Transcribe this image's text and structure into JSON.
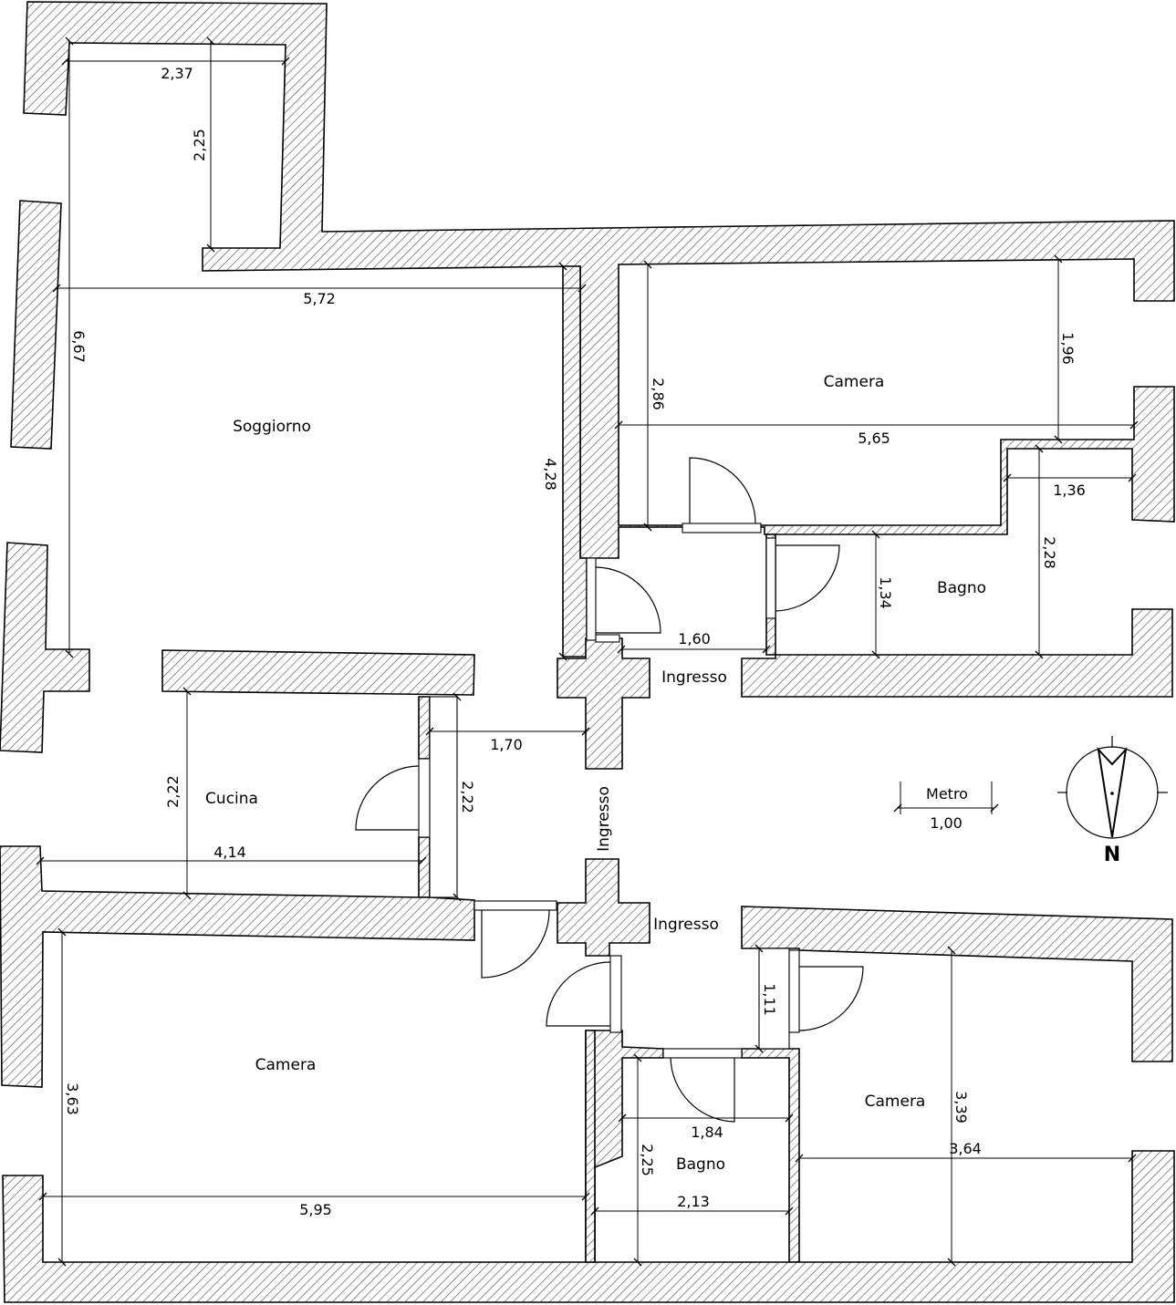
{
  "rooms": {
    "soggiorno": "Soggiorno",
    "camera_top": "Camera",
    "bagno_top": "Bagno",
    "ingresso_top": "Ingresso",
    "cucina": "Cucina",
    "ingresso_mid": "Ingresso",
    "ingresso_bottom": "Ingresso",
    "camera_bottom_left": "Camera",
    "bagno_bottom": "Bagno",
    "camera_bottom_right": "Camera"
  },
  "dimensions": {
    "d_237": "2,37",
    "d_225_top": "2,25",
    "d_572": "5,72",
    "d_667": "6,67",
    "d_428": "4,28",
    "d_286": "2,86",
    "d_196": "1,96",
    "d_565": "5,65",
    "d_136": "1,36",
    "d_228": "2,28",
    "d_134": "1,34",
    "d_160": "1,60",
    "d_170": "1,70",
    "d_222_cucina": "2,22",
    "d_222_corr": "2,22",
    "d_414": "4,14",
    "d_111": "1,11",
    "d_363": "3,63",
    "d_595": "5,95",
    "d_184": "1,84",
    "d_225_bagno": "2,25",
    "d_213": "2,13",
    "d_339": "3,39",
    "d_364": "3,64"
  },
  "scale": {
    "label": "Metro",
    "value": "1,00"
  },
  "compass": {
    "north_label": "N"
  }
}
